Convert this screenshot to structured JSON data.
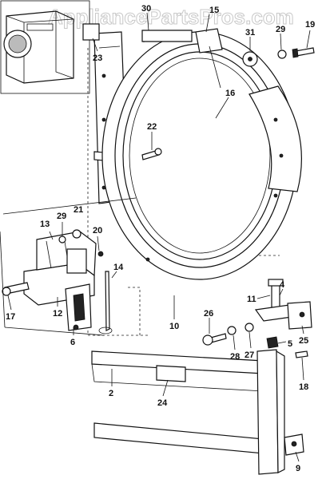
{
  "watermark": "AppliancePartsPros.com",
  "callouts": [
    {
      "id": "c30",
      "label": "30"
    },
    {
      "id": "c15",
      "label": "15"
    },
    {
      "id": "c23",
      "label": "23"
    },
    {
      "id": "c31",
      "label": "31"
    },
    {
      "id": "c29a",
      "label": "29"
    },
    {
      "id": "c19",
      "label": "19"
    },
    {
      "id": "c16",
      "label": "16"
    },
    {
      "id": "c22",
      "label": "22"
    },
    {
      "id": "c21",
      "label": "21"
    },
    {
      "id": "c13",
      "label": "13"
    },
    {
      "id": "c29b",
      "label": "29"
    },
    {
      "id": "c20",
      "label": "20"
    },
    {
      "id": "c14",
      "label": "14"
    },
    {
      "id": "c17",
      "label": "17"
    },
    {
      "id": "c12",
      "label": "12"
    },
    {
      "id": "c6",
      "label": "6"
    },
    {
      "id": "c11",
      "label": "11"
    },
    {
      "id": "c4",
      "label": "4"
    },
    {
      "id": "c26",
      "label": "26"
    },
    {
      "id": "c10",
      "label": "10"
    },
    {
      "id": "c25",
      "label": "25"
    },
    {
      "id": "c28",
      "label": "28"
    },
    {
      "id": "c27",
      "label": "27"
    },
    {
      "id": "c5",
      "label": "5"
    },
    {
      "id": "c2",
      "label": "2"
    },
    {
      "id": "c24",
      "label": "24"
    },
    {
      "id": "c18",
      "label": "18"
    },
    {
      "id": "c9",
      "label": "9"
    }
  ]
}
